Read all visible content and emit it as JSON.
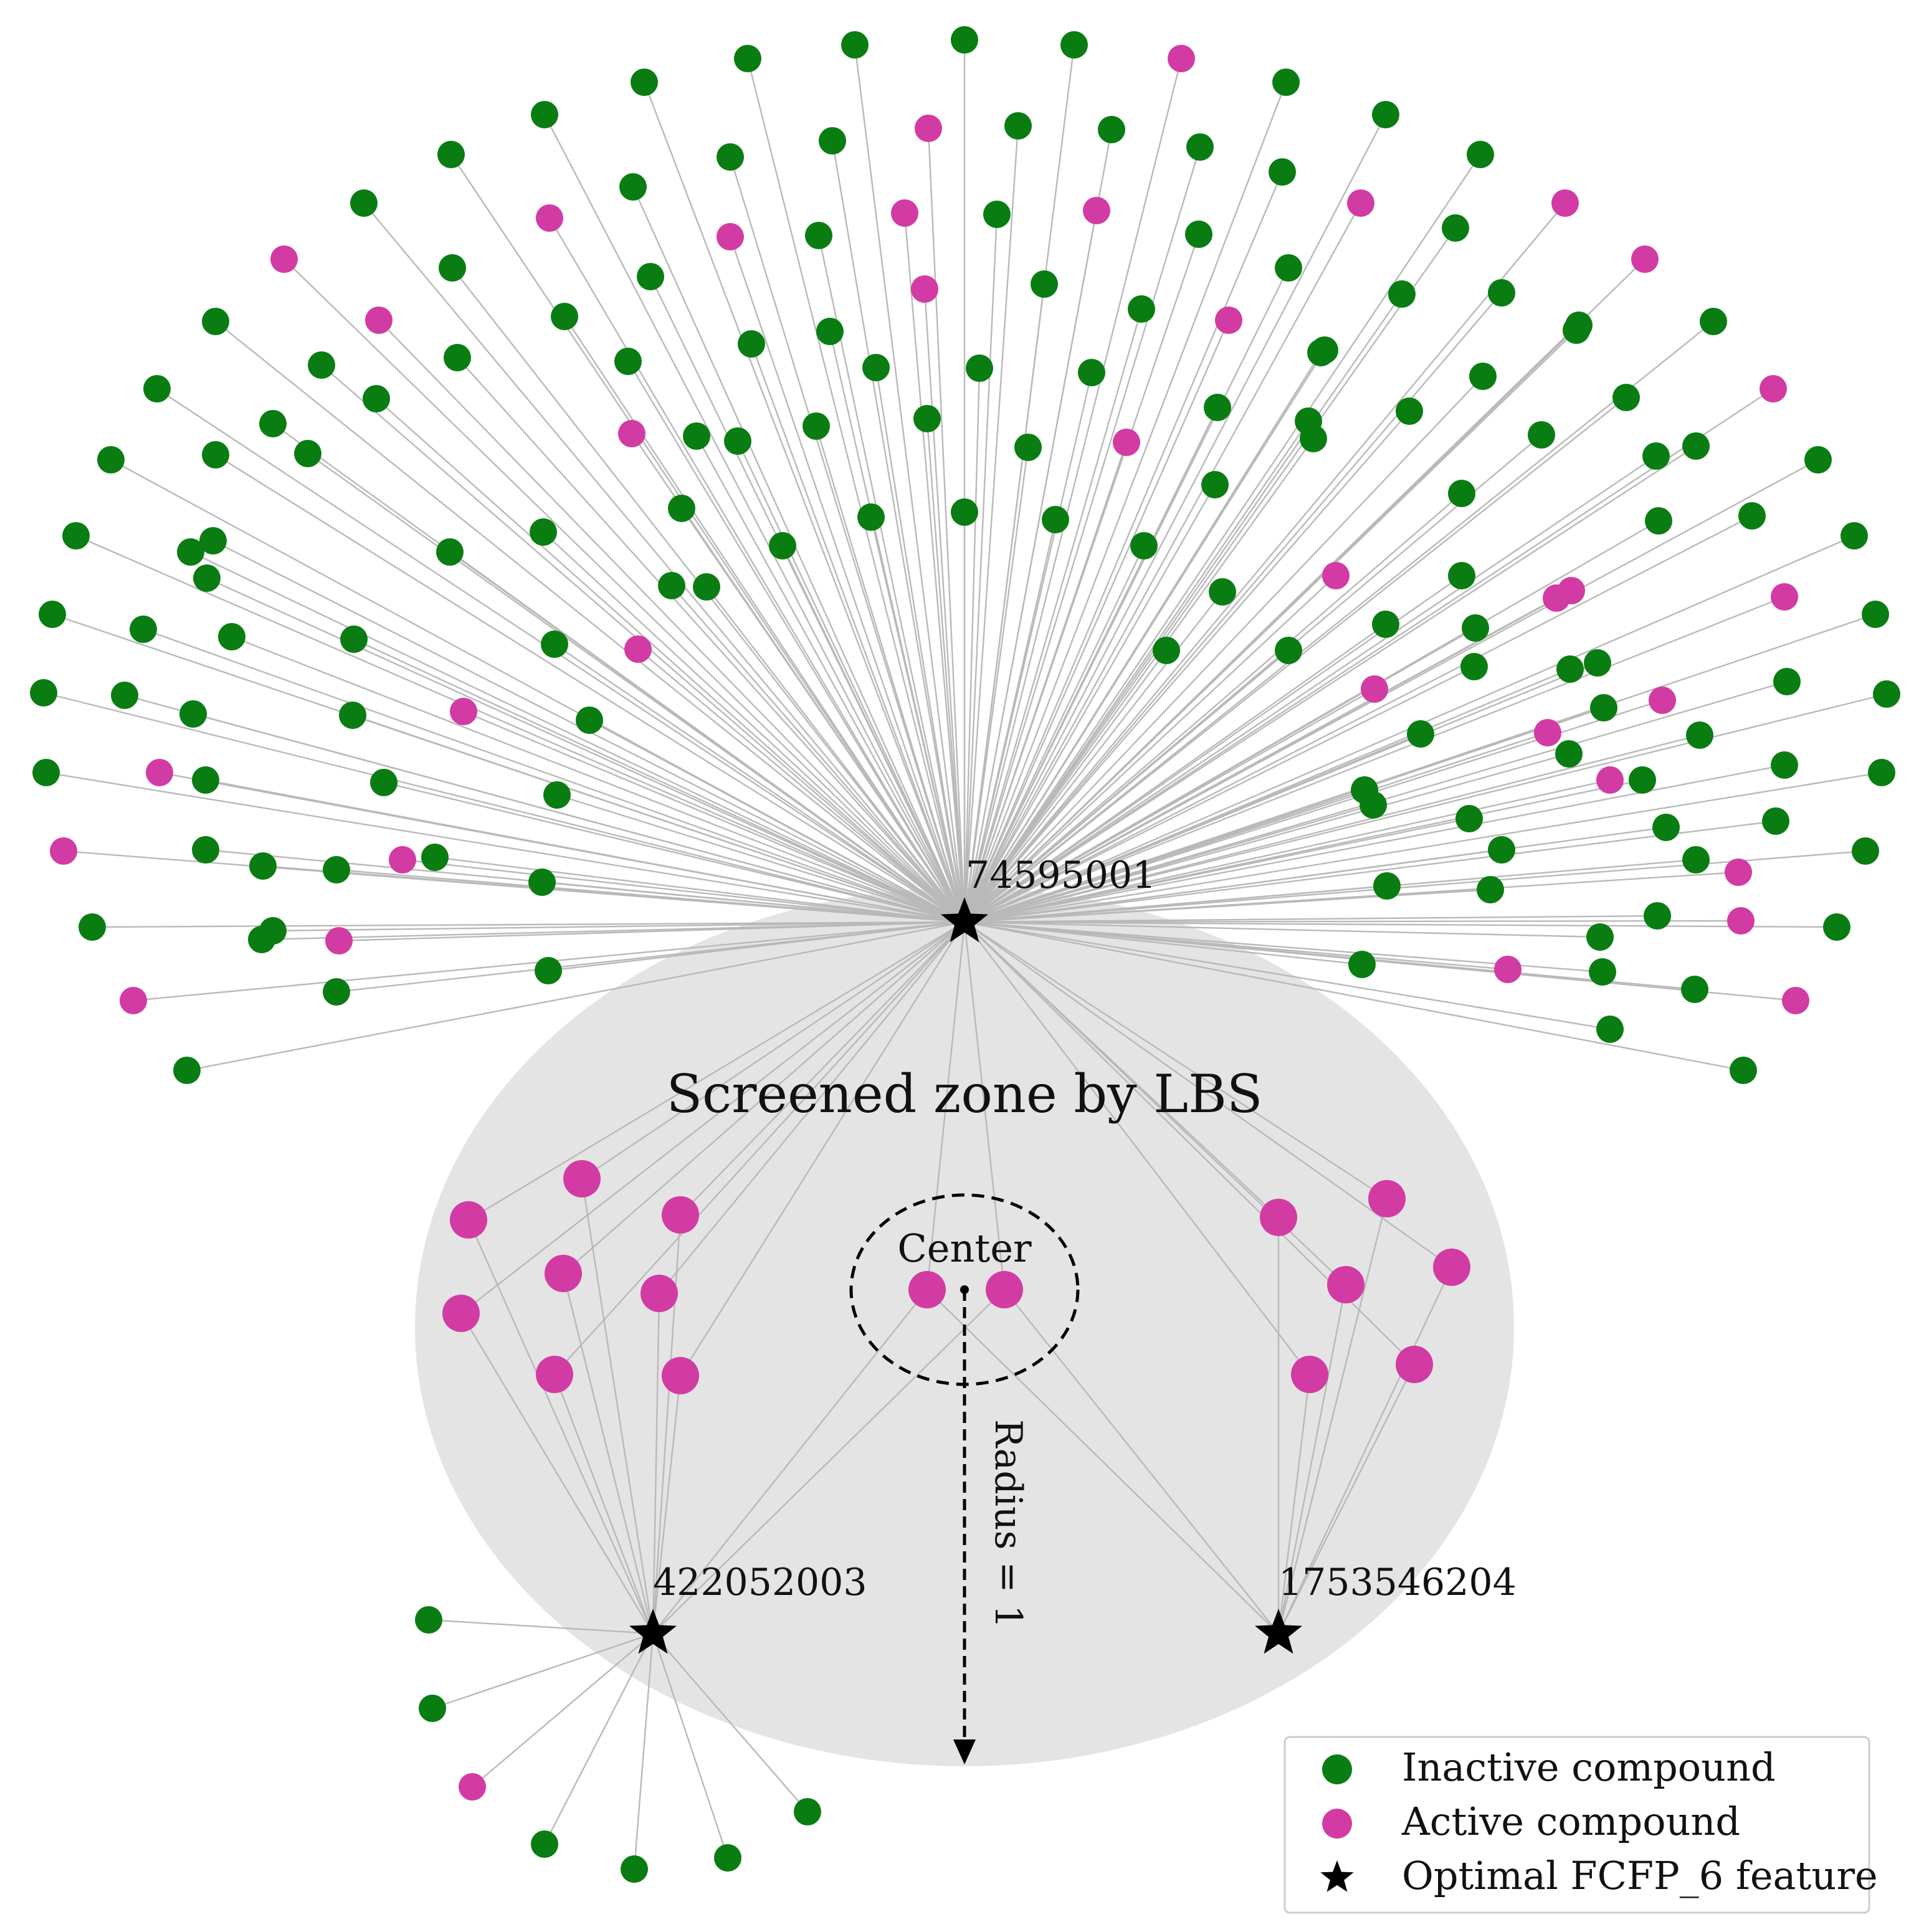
{
  "colors": {
    "inactive": "#0a7d12",
    "active": "#d23ba3",
    "edge": "#b9b9b9",
    "zone": "#e4e4e4",
    "hub": "#000000"
  },
  "hubs": [
    {
      "id": "h1",
      "label": "74595001"
    },
    {
      "id": "h2",
      "label": "422052003"
    },
    {
      "id": "h3",
      "label": "1753546204"
    }
  ],
  "zone": {
    "title": "Screened zone by LBS",
    "center_label": "Center",
    "radius_label": "Radius = 1"
  },
  "legend": {
    "items": [
      {
        "marker": "circle",
        "color": "#0a7d12",
        "label": "Inactive compound"
      },
      {
        "marker": "circle",
        "color": "#d23ba3",
        "label": "Active compound"
      },
      {
        "marker": "star",
        "color": "#000000",
        "label": "Optimal FCFP_6 feature"
      }
    ]
  }
}
